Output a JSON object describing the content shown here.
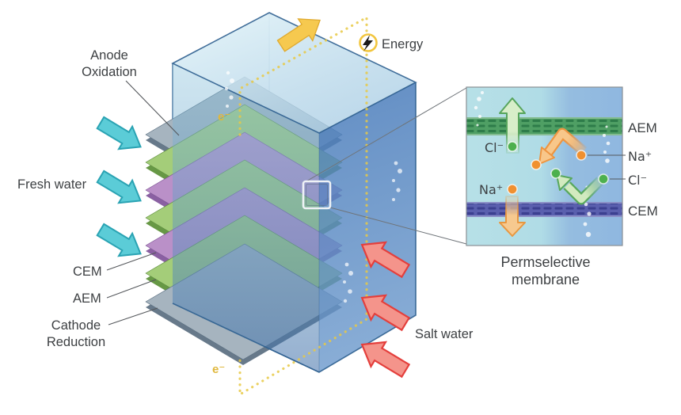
{
  "diagram": {
    "kind": "reverse-electrodialysis-stack",
    "labels": {
      "anode": [
        "Anode",
        "Oxidation"
      ],
      "fresh_water": "Fresh water",
      "cem": "CEM",
      "aem": "AEM",
      "cathode": [
        "Cathode",
        "Reduction"
      ],
      "salt_water": "Salt water",
      "energy": "Energy",
      "electron_top": "e⁻",
      "electron_bottom": "e⁻"
    },
    "stack_layers_top_to_bottom": [
      "Anode electrode (gray)",
      "AEM (green)",
      "CEM (purple)",
      "AEM (green)",
      "CEM (purple)",
      "AEM (green)",
      "Cathode electrode (gray)"
    ]
  },
  "inset": {
    "caption": [
      "Permselective",
      "membrane"
    ],
    "labels": {
      "aem": "AEM",
      "na_right": "Na⁺",
      "cl_right": "Cl⁻",
      "cem": "CEM",
      "cl_inner": "Cl⁻",
      "na_inner": "Na⁺"
    }
  },
  "colors": {
    "fresh_water_arrow": "#5bccd7",
    "salt_water_arrow": "#f4948b",
    "energy_yellow": "#f6c94f",
    "circuit_dotted": "#e7c945",
    "plate_gray": "#a6b4bf",
    "plate_green": "#a4cd79",
    "plate_purple": "#ba90c8",
    "aem_band": "#4f9f64",
    "cem_band": "#5a5fae",
    "ion_na": "#f09030",
    "ion_cl": "#4db04e",
    "tank_right_face": "#7ba3d1"
  }
}
